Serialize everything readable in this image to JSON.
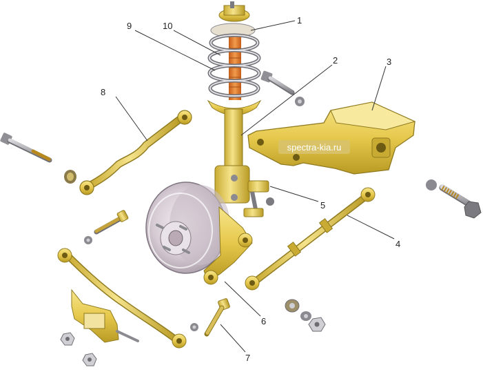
{
  "watermark": "spectra-kia.ru",
  "callouts": {
    "c1": "1",
    "c2": "2",
    "c3": "3",
    "c4": "4",
    "c5": "5",
    "c6": "6",
    "c7": "7",
    "c8": "8",
    "c9": "9",
    "c10": "10"
  },
  "colors": {
    "part_yellow": "#e9cf53",
    "part_yellow_dark": "#b89a26",
    "spring_orange": "#e07a2c",
    "metal_grey": "#a9a9ae",
    "metal_dark": "#6d6d72",
    "drum_silver": "#d7cfd6",
    "leader_line": "#333333"
  }
}
